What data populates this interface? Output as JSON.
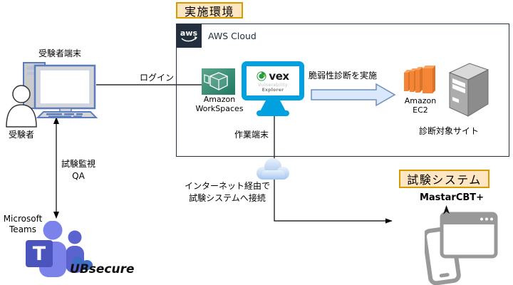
{
  "titles": {
    "environment": "実施環境",
    "exam_system": "試験システム"
  },
  "aws": {
    "logo_text": "aws",
    "label": "AWS Cloud"
  },
  "examinee": {
    "terminal": "受験者端末",
    "person": "受験者"
  },
  "connectors": {
    "login": "ログイン",
    "scan": "脆弱性診断を実施",
    "monitoring_l1": "試験監視",
    "monitoring_l2": "QA",
    "internet_l1": "インターネット経由で",
    "internet_l2": "試験システムへ接続"
  },
  "workspaces": {
    "l1": "Amazon",
    "l2": "WorkSpaces"
  },
  "vex": {
    "brand": "vex",
    "sub_light": "Vulnerability",
    "sub_bold": "Explorer",
    "label": "作業端末"
  },
  "ec2": {
    "l1": "Amazon",
    "l2": "EC2"
  },
  "target_site": {
    "label": "診断対象サイト"
  },
  "teams": {
    "l1": "Microsoft",
    "l2": "Teams",
    "glyph": "T"
  },
  "ubsecure": {
    "u": "U",
    "b": "B",
    "rest": "secure"
  },
  "exam": {
    "product": "MastarCBT+"
  },
  "colors": {
    "aws_navy": "#232F3E",
    "workspaces_teal_dark": "#1F7864",
    "workspaces_teal_light": "#5CA68B",
    "ec2_orange": "#F58536",
    "vex_cyan": "#00A1DE",
    "vex_green": "#269C41",
    "teams_purple_light": "#7B83EB",
    "teams_purple_mid": "#5B64CE",
    "teams_purple_dark": "#4B53BC",
    "highlight_fill": "#FFE6C2",
    "highlight_border": "#D79B00",
    "block_arrow_fill": "#DAE8FC",
    "block_arrow_border": "#6C8EBF",
    "pc_blue": "#5B7DBE",
    "gray_icon": "#999999"
  }
}
